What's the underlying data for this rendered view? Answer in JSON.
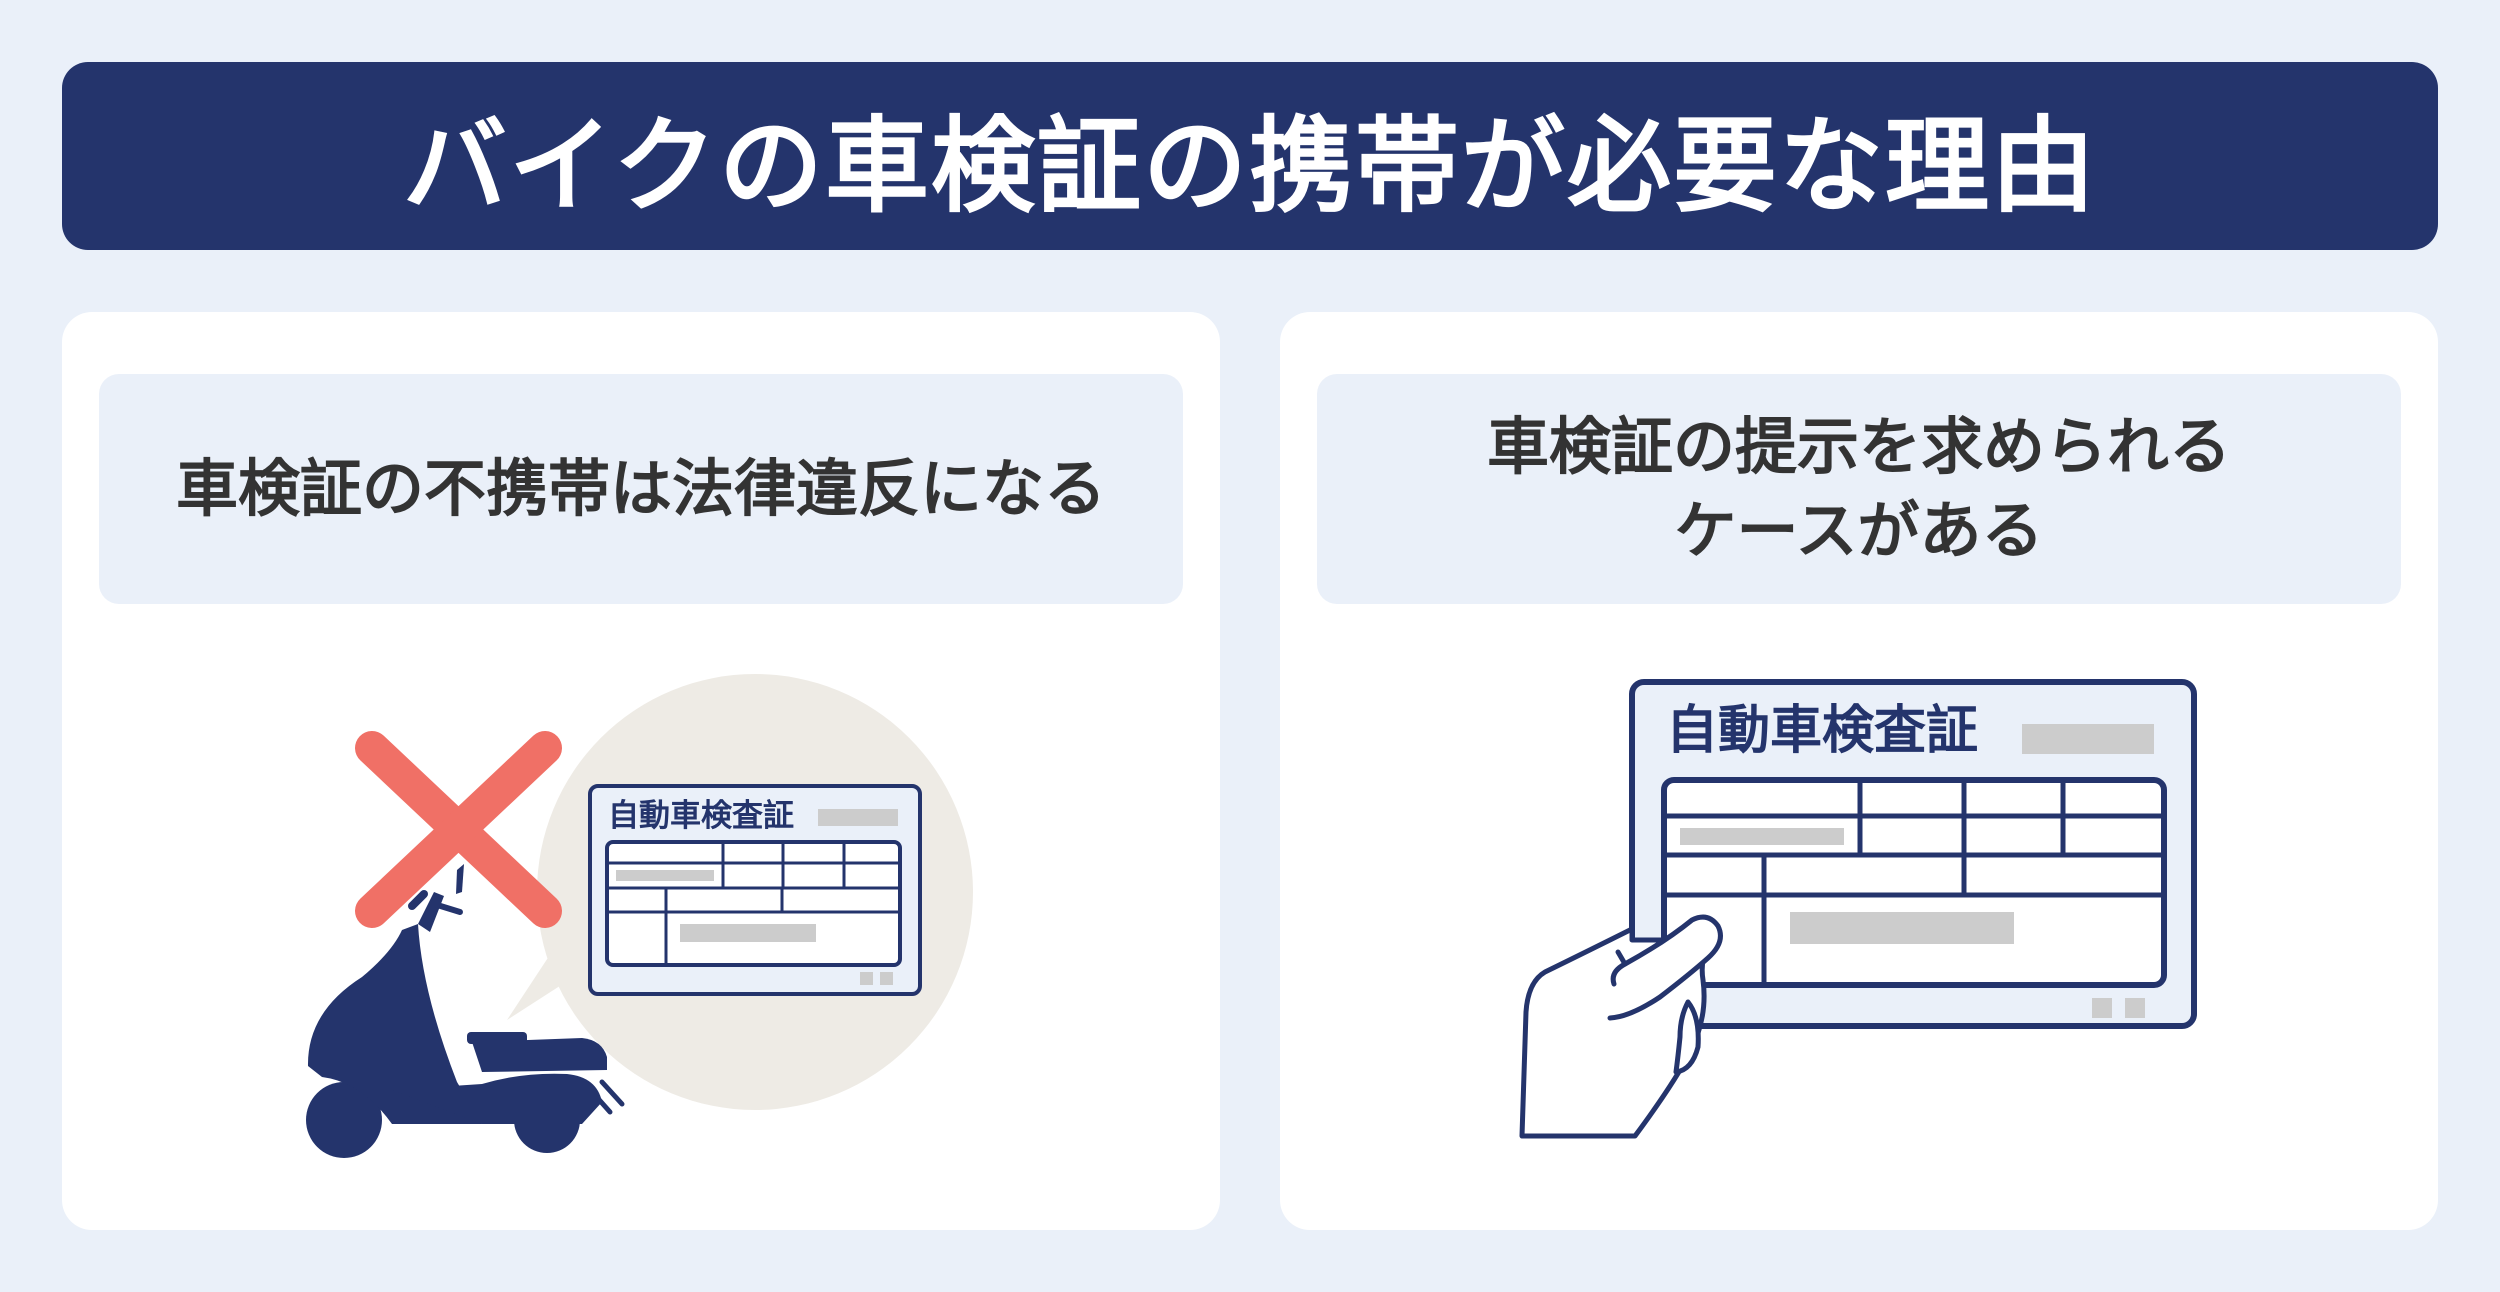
{
  "title": "バイクの車検証の携帯が必要な理由",
  "reasons": [
    {
      "line1": "車検証の不携帯は法律違反になる",
      "line2": ""
    },
    {
      "line1": "車検証の提示を求められる",
      "line2": "ケースがある"
    }
  ],
  "card_small": {
    "title": "自動車検査証"
  },
  "card_large": {
    "title": "自動車検査証"
  },
  "colors": {
    "navy": "#24346c",
    "background": "#eaf0f9",
    "cross": "#f07066",
    "bubble": "#eeebe5",
    "placeholder": "#cccccc"
  },
  "icons": [
    "cross-icon",
    "scooter-icon",
    "speech-bubble-icon",
    "hand-icon",
    "inspection-certificate-icon"
  ]
}
